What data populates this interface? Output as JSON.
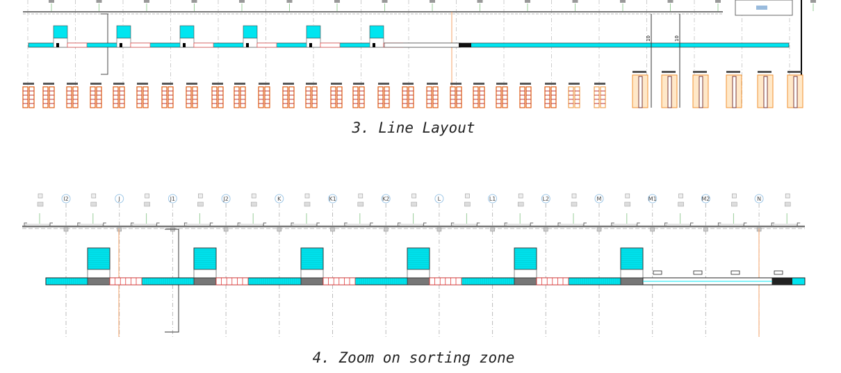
{
  "figure_top": {
    "caption": "3. Line Layout",
    "sorter_count": 6,
    "dimension_labels": [
      "10",
      "10"
    ]
  },
  "figure_bottom": {
    "caption": "4. Zoom on sorting zone",
    "grid_labels": [
      "I2",
      "J",
      "J1",
      "J2",
      "K",
      "K1",
      "K2",
      "L",
      "L1",
      "L2",
      "M",
      "M1",
      "M2",
      "N"
    ],
    "sorter_count": 6
  },
  "colors": {
    "conveyor": "#00e5f0",
    "rack": "#e05a10",
    "grid": "#9fc8e8",
    "guide_line": "#f4a36a",
    "wall": "#777777"
  }
}
